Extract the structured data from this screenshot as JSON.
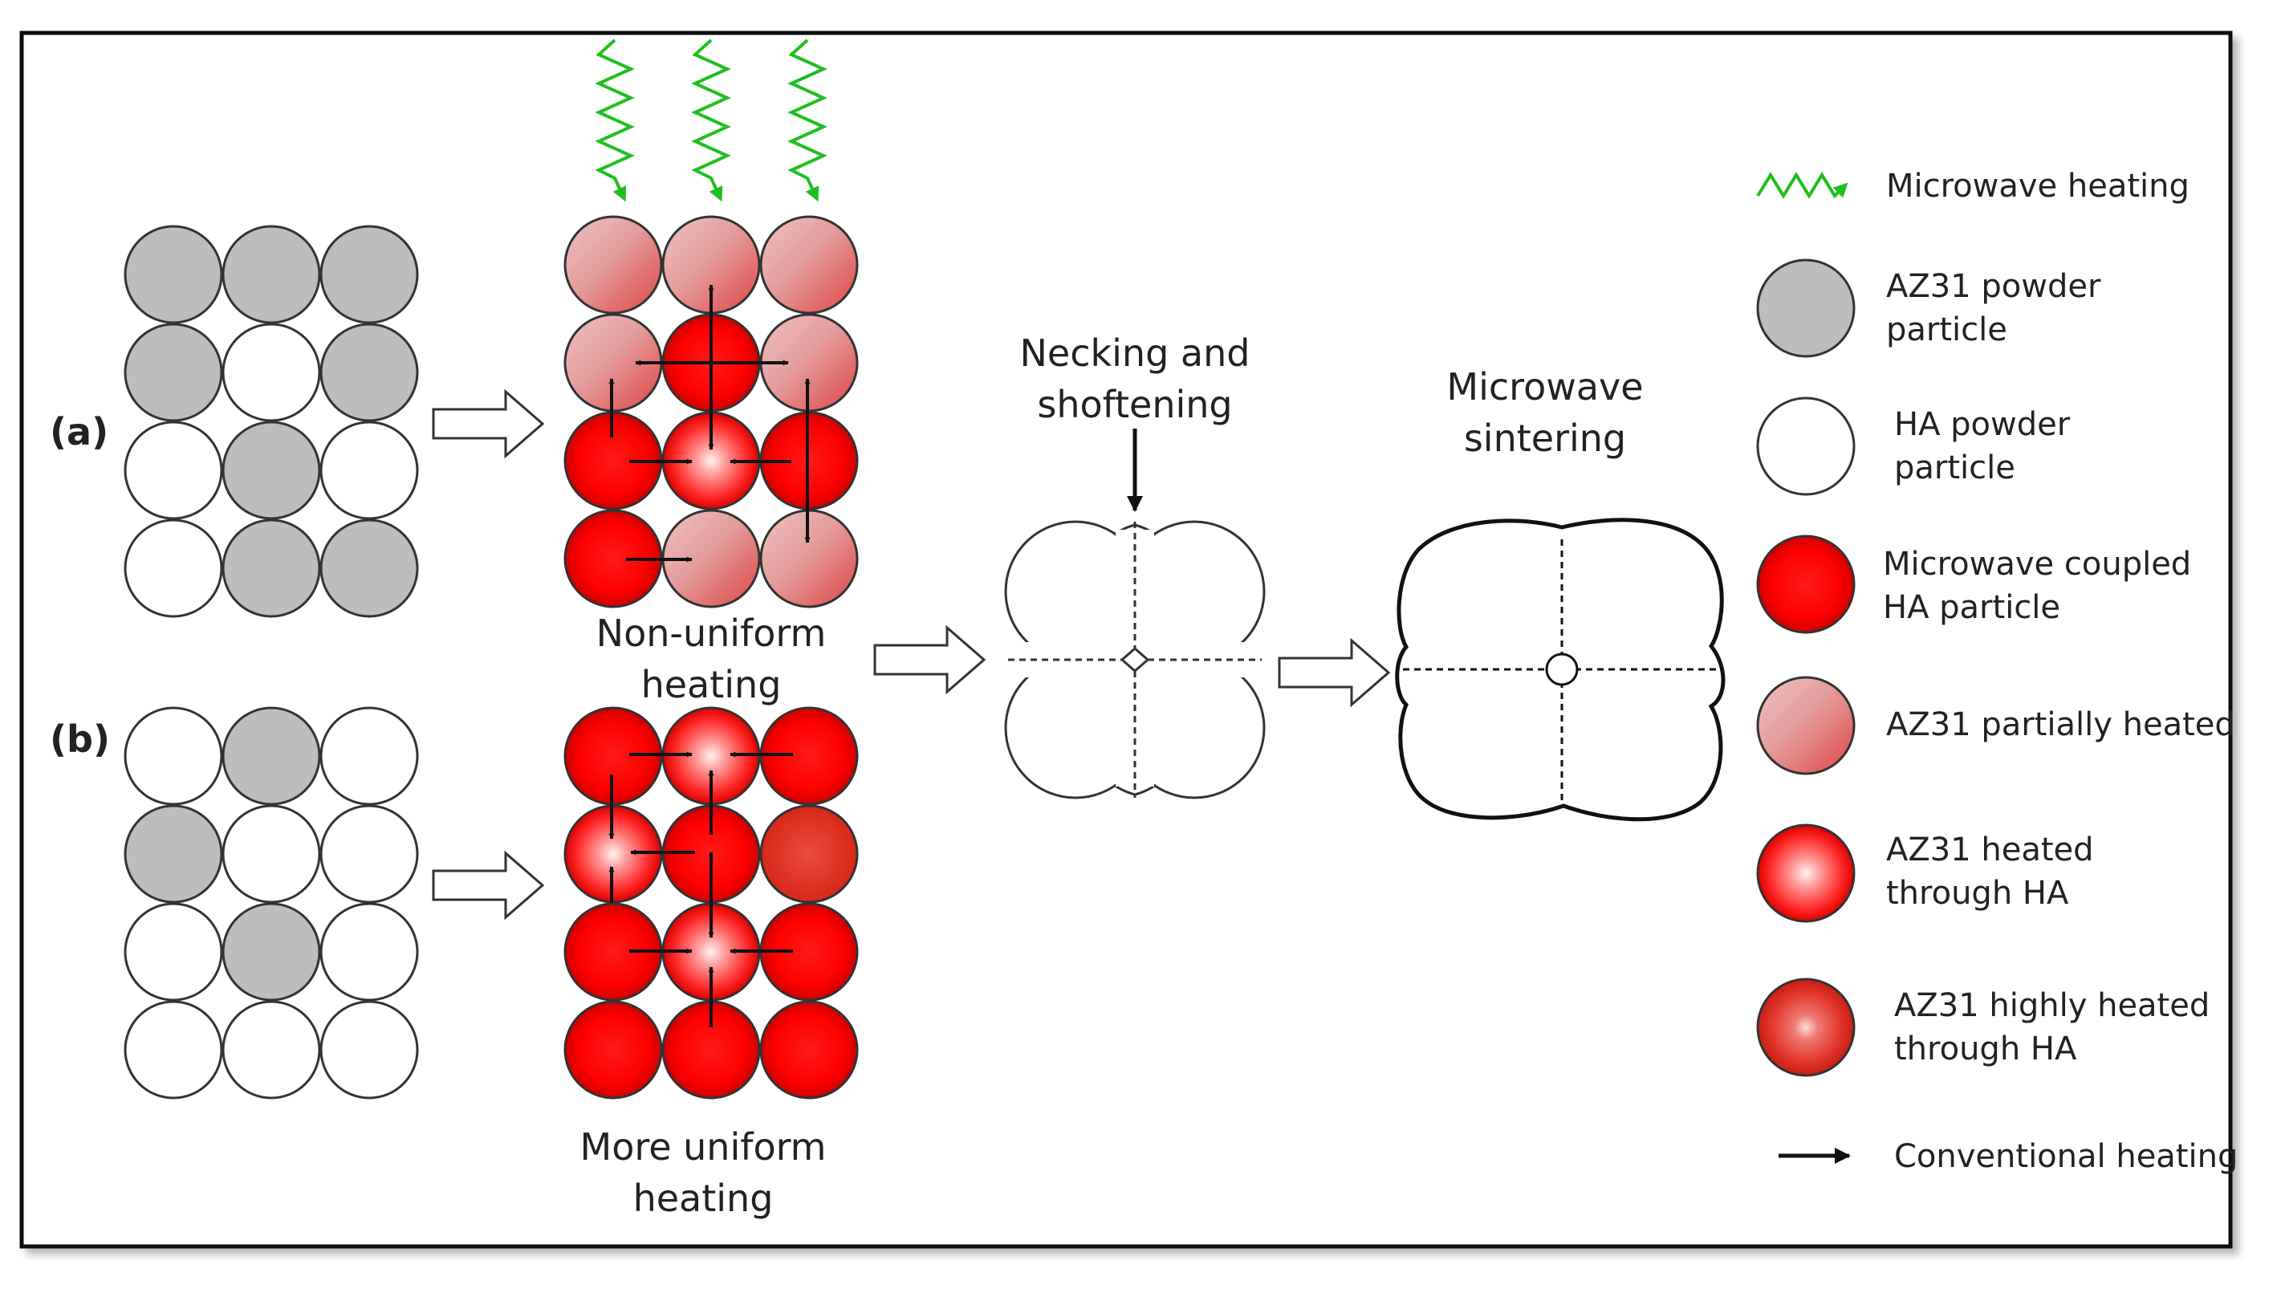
{
  "colors": {
    "az31": "#bdbdbd",
    "ha": "#ffffff",
    "hot_red": "#ff0000",
    "deep_red": "#e53b2b",
    "microwave": "#1fbf1f",
    "frame": "#111111"
  },
  "panel_a": {
    "tag": "(a)",
    "before_grid": [
      [
        "az31",
        "az31",
        "az31"
      ],
      [
        "az31",
        "ha",
        "az31"
      ],
      [
        "ha",
        "az31",
        "ha"
      ],
      [
        "ha",
        "az31",
        "az31"
      ]
    ],
    "after_grid": [
      [
        "partial",
        "partial",
        "partial"
      ],
      [
        "partial",
        "red",
        "partial"
      ],
      [
        "red",
        "through",
        "red"
      ],
      [
        "red",
        "partial",
        "partial"
      ]
    ],
    "caption_line1": "Non-uniform",
    "caption_line2": "heating"
  },
  "panel_b": {
    "tag": "(b)",
    "before_grid": [
      [
        "ha",
        "az31",
        "ha"
      ],
      [
        "az31",
        "ha",
        "ha"
      ],
      [
        "ha",
        "az31",
        "ha"
      ],
      [
        "ha",
        "ha",
        "ha"
      ]
    ],
    "after_grid": [
      [
        "red",
        "through",
        "red"
      ],
      [
        "through",
        "red",
        "deep"
      ],
      [
        "red",
        "through",
        "red"
      ],
      [
        "red",
        "red",
        "red"
      ]
    ],
    "caption_line1": "More uniform",
    "caption_line2": "heating"
  },
  "necking": {
    "line1": "Necking and",
    "line2": "shoftening"
  },
  "sintering": {
    "line1": "Microwave",
    "line2": "sintering"
  },
  "legend": [
    {
      "icon": "wave",
      "line1": "Microwave heating",
      "line2": ""
    },
    {
      "icon": "az31",
      "line1": "AZ31 powder",
      "line2": "particle"
    },
    {
      "icon": "ha",
      "line1": "HA powder",
      "line2": "particle"
    },
    {
      "icon": "red",
      "line1": "Microwave coupled",
      "line2": "HA particle"
    },
    {
      "icon": "partial",
      "line1": "AZ31 partially heated",
      "line2": ""
    },
    {
      "icon": "through",
      "line1": "AZ31 heated",
      "line2": "through HA"
    },
    {
      "icon": "high",
      "line1": "AZ31 highly heated",
      "line2": "through HA"
    },
    {
      "icon": "arrow",
      "line1": "Conventional heating",
      "line2": ""
    }
  ]
}
